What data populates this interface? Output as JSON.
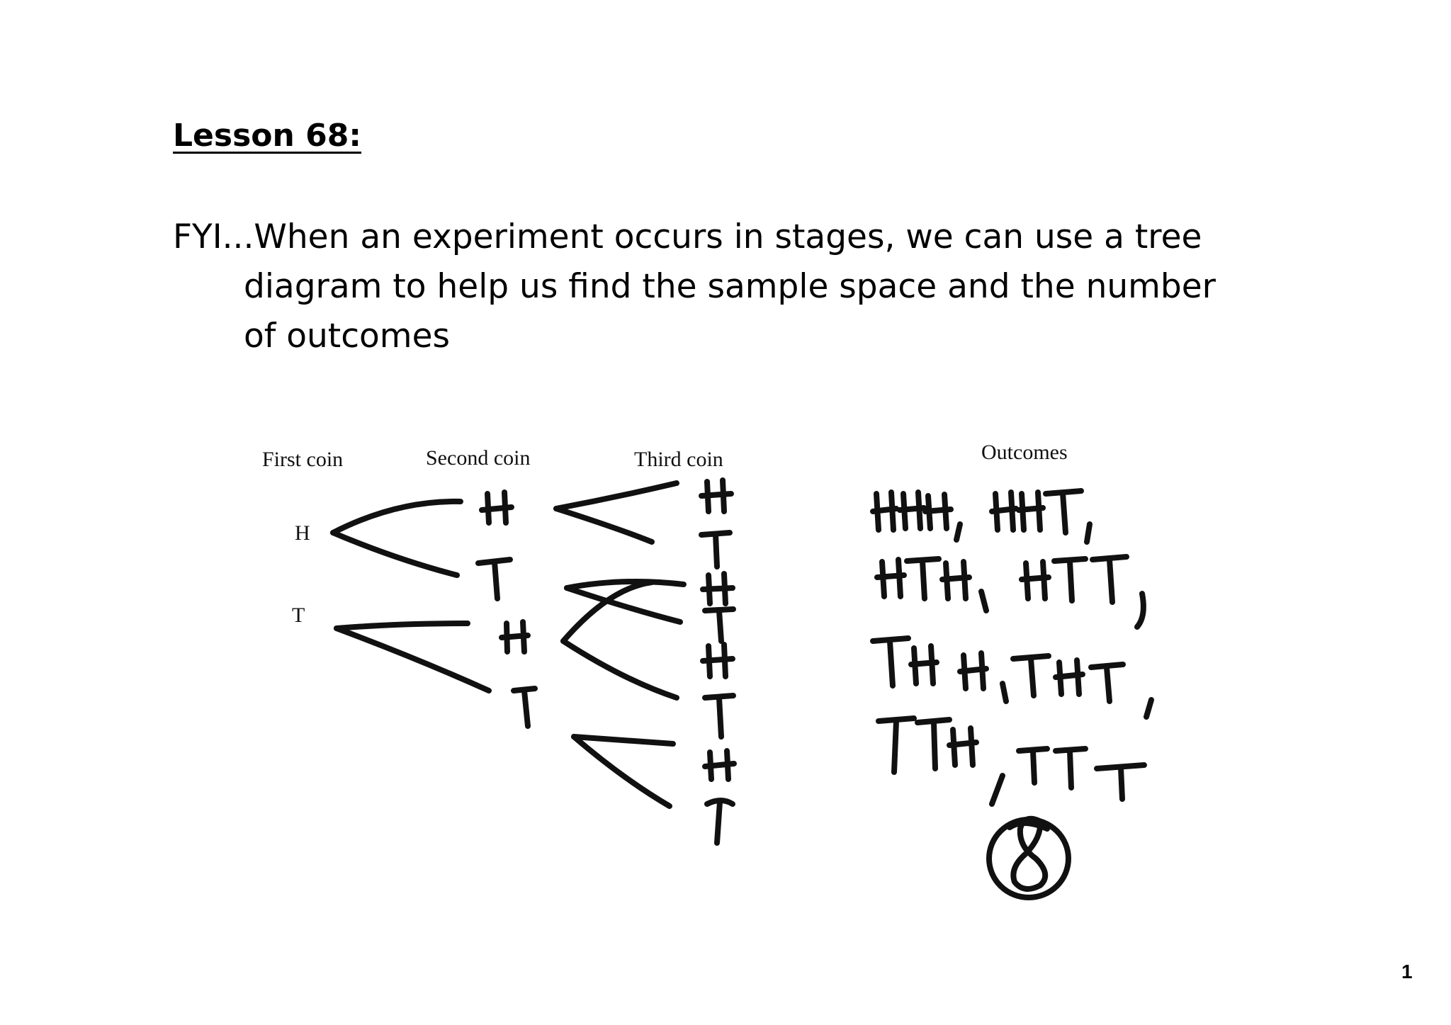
{
  "lesson": {
    "title": "Lesson 68:"
  },
  "fyi": {
    "line1": "FYI...When an experiment occurs in stages, we can use a tree",
    "line2": "diagram to help us find the sample space and the number",
    "line3": "of outcomes"
  },
  "diagram": {
    "headers": {
      "first": "First coin",
      "second": "Second coin",
      "third": "Third coin",
      "outcomes": "Outcomes"
    },
    "first_coin": [
      "H",
      "T"
    ],
    "handwritten_second_coin": [
      "H",
      "T",
      "H",
      "T"
    ],
    "handwritten_third_coin": [
      "H",
      "T",
      "H",
      "T",
      "H",
      "T",
      "H",
      "T"
    ],
    "handwritten_outcomes": [
      "HHH",
      "HHT",
      "HTH",
      "HTT",
      "THH",
      "THT",
      "TTH",
      "TTT"
    ],
    "handwritten_total": "8"
  },
  "page_number": "1"
}
